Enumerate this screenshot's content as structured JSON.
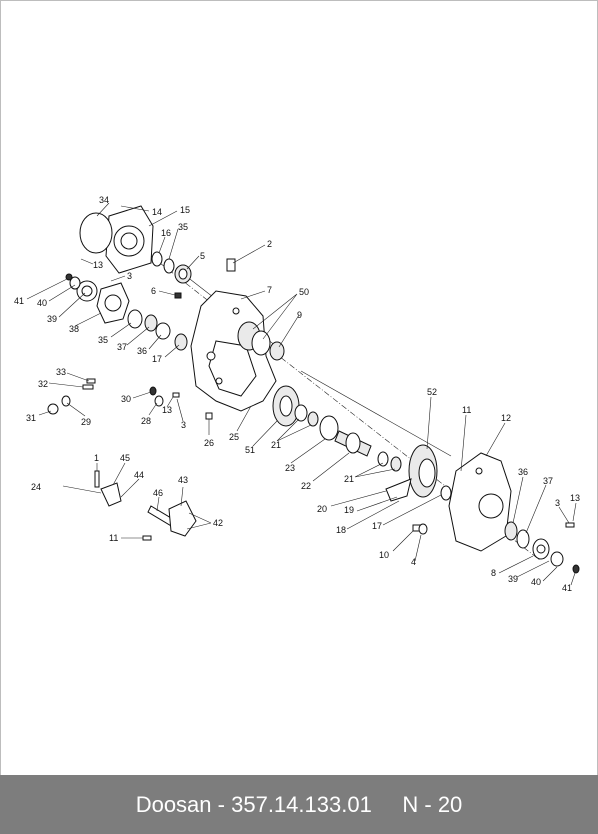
{
  "footer": {
    "brand": "Doosan",
    "sep": " - ",
    "part_number": "357.14.133.01",
    "page": "N - 20"
  },
  "callouts": [
    {
      "id": "c34a",
      "text": "34"
    },
    {
      "id": "c14",
      "text": "14"
    },
    {
      "id": "c15",
      "text": "15"
    },
    {
      "id": "c16",
      "text": "16"
    },
    {
      "id": "c35a",
      "text": "35"
    },
    {
      "id": "c2",
      "text": "2"
    },
    {
      "id": "c5",
      "text": "5"
    },
    {
      "id": "c13a",
      "text": "13"
    },
    {
      "id": "c3a",
      "text": "3"
    },
    {
      "id": "c41a",
      "text": "41"
    },
    {
      "id": "c40a",
      "text": "40"
    },
    {
      "id": "c39a",
      "text": "39"
    },
    {
      "id": "c38",
      "text": "38"
    },
    {
      "id": "c35b",
      "text": "35"
    },
    {
      "id": "c37a",
      "text": "37"
    },
    {
      "id": "c36a",
      "text": "36"
    },
    {
      "id": "c17a",
      "text": "17"
    },
    {
      "id": "c6",
      "text": "6"
    },
    {
      "id": "c7",
      "text": "7"
    },
    {
      "id": "c50",
      "text": "50"
    },
    {
      "id": "c9",
      "text": "9"
    },
    {
      "id": "c33",
      "text": "33"
    },
    {
      "id": "c32",
      "text": "32"
    },
    {
      "id": "c31",
      "text": "31"
    },
    {
      "id": "c29",
      "text": "29"
    },
    {
      "id": "c30",
      "text": "30"
    },
    {
      "id": "c28",
      "text": "28"
    },
    {
      "id": "c13b",
      "text": "13"
    },
    {
      "id": "c3b",
      "text": "3"
    },
    {
      "id": "c26",
      "text": "26"
    },
    {
      "id": "c25",
      "text": "25"
    },
    {
      "id": "c51",
      "text": "51"
    },
    {
      "id": "c21a",
      "text": "21"
    },
    {
      "id": "c23",
      "text": "23"
    },
    {
      "id": "c22",
      "text": "22"
    },
    {
      "id": "c52",
      "text": "52"
    },
    {
      "id": "c11a",
      "text": "11"
    },
    {
      "id": "c12",
      "text": "12"
    },
    {
      "id": "c21b",
      "text": "21"
    },
    {
      "id": "c20",
      "text": "20"
    },
    {
      "id": "c19",
      "text": "19"
    },
    {
      "id": "c18",
      "text": "18"
    },
    {
      "id": "c17b",
      "text": "17"
    },
    {
      "id": "c36b",
      "text": "36"
    },
    {
      "id": "c37b",
      "text": "37"
    },
    {
      "id": "c3c",
      "text": "3"
    },
    {
      "id": "c13c",
      "text": "13"
    },
    {
      "id": "c10",
      "text": "10"
    },
    {
      "id": "c4",
      "text": "4"
    },
    {
      "id": "c8",
      "text": "8"
    },
    {
      "id": "c39b",
      "text": "39"
    },
    {
      "id": "c40b",
      "text": "40"
    },
    {
      "id": "c41b",
      "text": "41"
    },
    {
      "id": "c1",
      "text": "1"
    },
    {
      "id": "c45",
      "text": "45"
    },
    {
      "id": "c44",
      "text": "44"
    },
    {
      "id": "c24",
      "text": "24"
    },
    {
      "id": "c43",
      "text": "43"
    },
    {
      "id": "c46",
      "text": "46"
    },
    {
      "id": "c42",
      "text": "42"
    },
    {
      "id": "c11b",
      "text": "11"
    }
  ]
}
